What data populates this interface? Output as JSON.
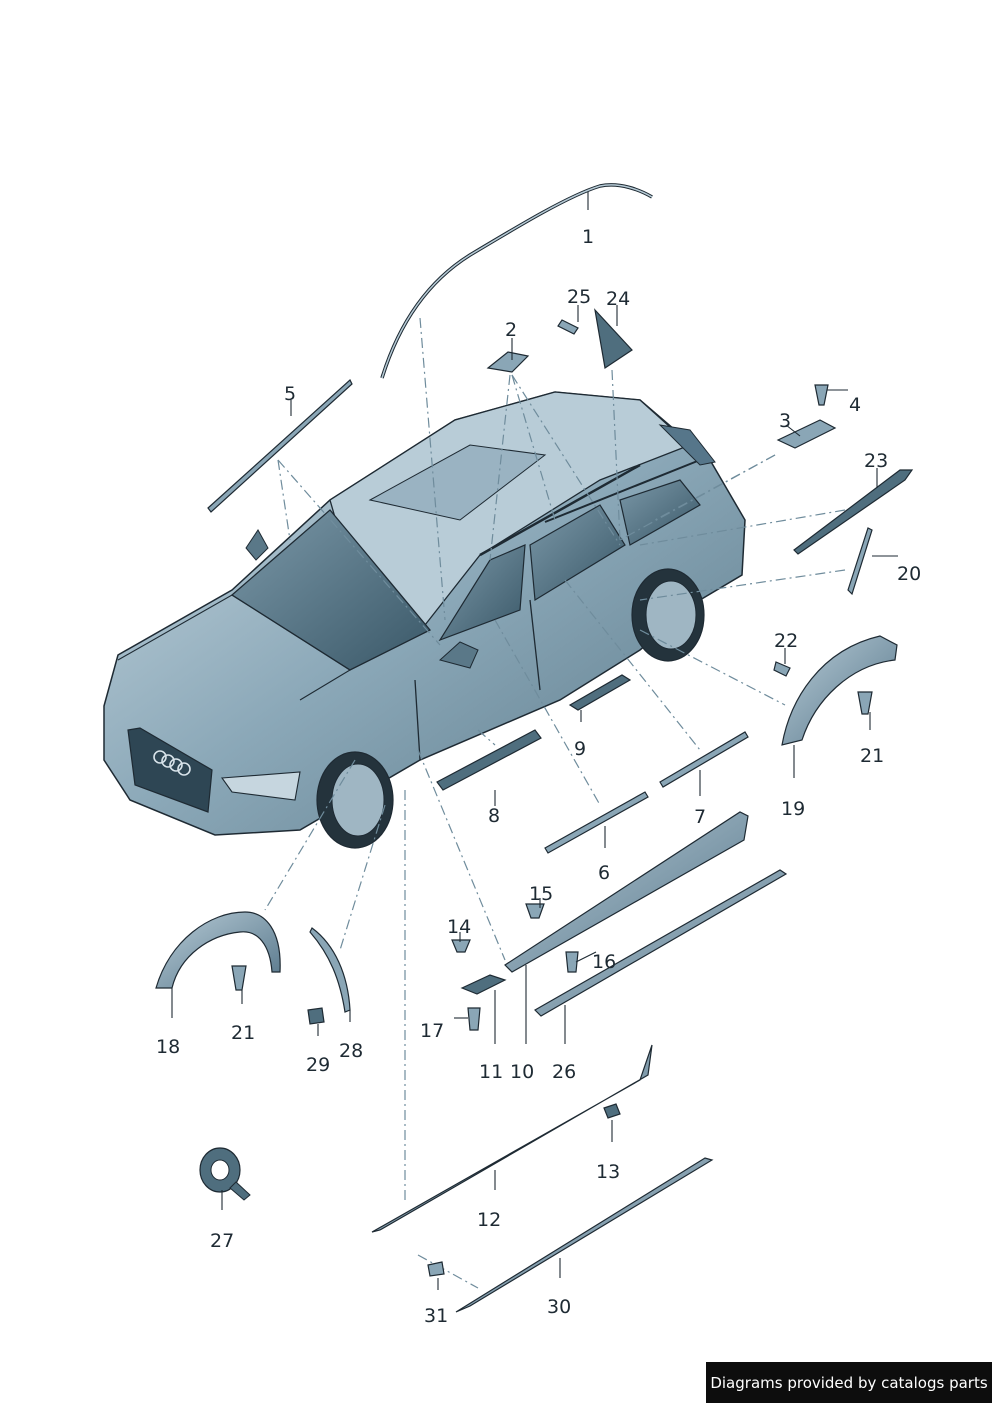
{
  "labels": {
    "n1": "1",
    "n2": "2",
    "n3": "3",
    "n4": "4",
    "n5": "5",
    "n6": "6",
    "n7": "7",
    "n8": "8",
    "n9": "9",
    "n10": "10",
    "n11": "11",
    "n12": "12",
    "n13": "13",
    "n14": "14",
    "n15": "15",
    "n16": "16",
    "n17": "17",
    "n18": "18",
    "n19": "19",
    "n20": "20",
    "n21a": "21",
    "n21b": "21",
    "n22": "22",
    "n23": "23",
    "n24": "24",
    "n25": "25",
    "n26": "26",
    "n27": "27",
    "n28": "28",
    "n29": "29",
    "n30": "30",
    "n31": "31"
  },
  "credit": "Diagrams provided by catalogs parts",
  "colors": {
    "body": "#7f9eae",
    "glass": "#3f5f70",
    "outline": "#1e2a33",
    "dash": "#6f8c9c"
  }
}
